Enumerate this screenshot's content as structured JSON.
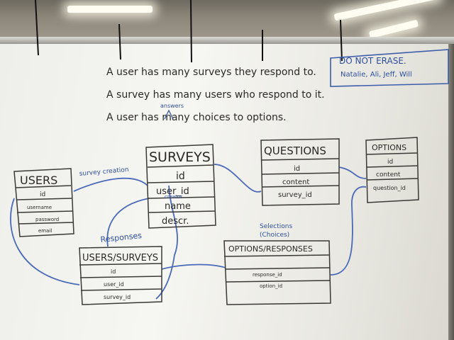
{
  "sentences": [
    "A user has many surveys they respond to.",
    "A survey has many users who respond to it.",
    "A user has many choices to options."
  ],
  "caret_insert": "answers",
  "do_not_erase": {
    "title": "DO NOT ERASE.",
    "names": "Natalie, Ali, Jeff, Will"
  },
  "tables": {
    "users": {
      "title": "USERS",
      "fields": [
        "id",
        "username",
        "password",
        "email"
      ]
    },
    "surveys": {
      "title": "SURVEYS",
      "fields": [
        "id",
        "user_id",
        "name",
        "descr."
      ],
      "user_id_note": "creator"
    },
    "questions": {
      "title": "QUESTIONS",
      "fields": [
        "id",
        "content",
        "survey_id"
      ]
    },
    "options": {
      "title": "OPTIONS",
      "fields": [
        "id",
        "content",
        "question_id"
      ]
    },
    "users_surveys": {
      "title": "USERS/SURVEYS",
      "label": "Responses",
      "fields": [
        "id",
        "user_id",
        "survey_id"
      ]
    },
    "options_responses": {
      "title": "OPTIONS/RESPONSES",
      "label_top": "Selections",
      "label_bottom": "(Choices)",
      "fields": [
        "response_id",
        "option_id"
      ]
    }
  },
  "relation_label": "survey creation",
  "colors": {
    "ink": "#2b2a27",
    "marker_blue": "#2e4f9c",
    "whiteboard": "#f2f2ee"
  }
}
